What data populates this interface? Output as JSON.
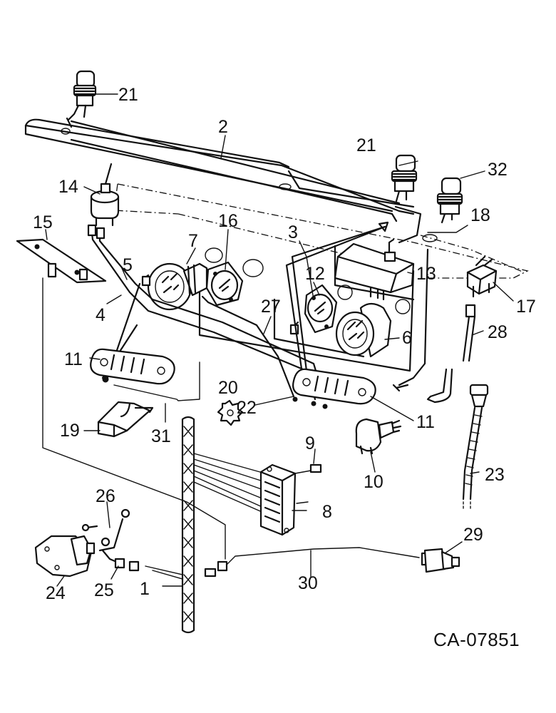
{
  "drawing_code": "CA-07851",
  "callouts": {
    "c1": "1",
    "c2": "2",
    "c3": "3",
    "c4": "4",
    "c5": "5",
    "c6": "6",
    "c7": "7",
    "c8": "8",
    "c9": "9",
    "c10": "10",
    "c11a": "11",
    "c11b": "11",
    "c12": "12",
    "c13": "13",
    "c14": "14",
    "c15": "15",
    "c16": "16",
    "c17": "17",
    "c18": "18",
    "c19": "19",
    "c20": "20",
    "c21a": "21",
    "c21b": "21",
    "c22": "22",
    "c23": "23",
    "c24": "24",
    "c25": "25",
    "c26": "26",
    "c27": "27",
    "c28": "28",
    "c29": "29",
    "c30": "30",
    "c31": "31",
    "c32": "32"
  }
}
